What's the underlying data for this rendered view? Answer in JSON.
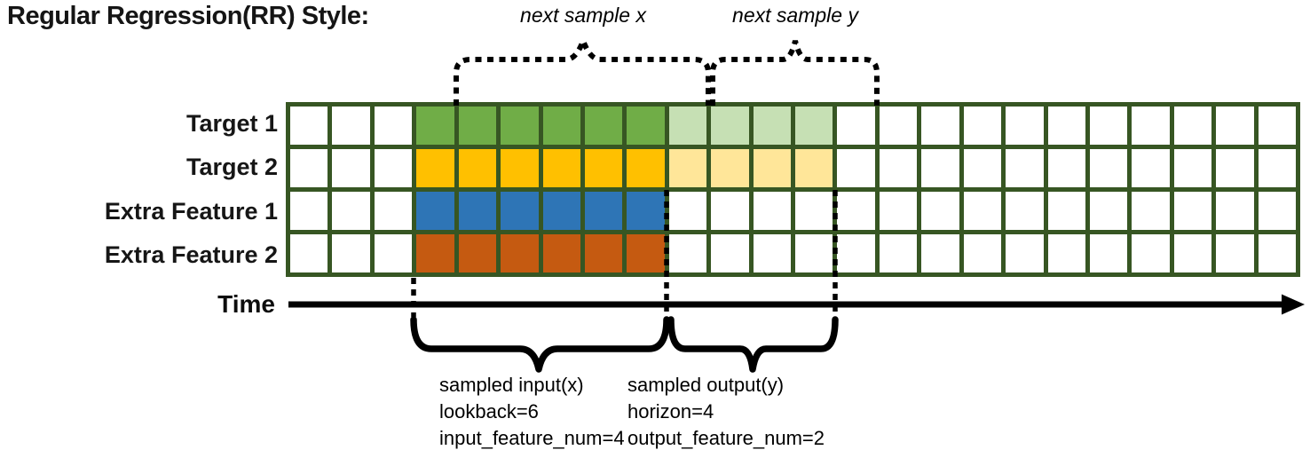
{
  "title": "Regular Regression(RR) Style:",
  "diagram": {
    "rows": [
      {
        "label": "Target 1",
        "role": "target",
        "input_color": "#70AD47",
        "output_color": "#C6E0B4"
      },
      {
        "label": "Target 2",
        "role": "target",
        "input_color": "#FFC000",
        "output_color": "#FFE699"
      },
      {
        "label": "Extra Feature 1",
        "role": "extra-feature",
        "input_color": "#2E75B6",
        "output_color": null
      },
      {
        "label": "Extra Feature 2",
        "role": "extra-feature",
        "input_color": "#C55A11",
        "output_color": null
      }
    ],
    "total_columns": 24,
    "lead_in_columns": 3,
    "lookback": 6,
    "horizon": 4,
    "frame_color": "#375623",
    "cell_color": "#FFFFFF"
  },
  "annotations": {
    "next_sample_x": "next sample x",
    "next_sample_y": "next sample y",
    "time_label": "Time",
    "sampled_input_lines": [
      "sampled input(x)",
      "lookback=6",
      "input_feature_num=4"
    ],
    "sampled_output_lines": [
      "sampled output(y)",
      "horizon=4",
      "output_feature_num=2"
    ]
  }
}
